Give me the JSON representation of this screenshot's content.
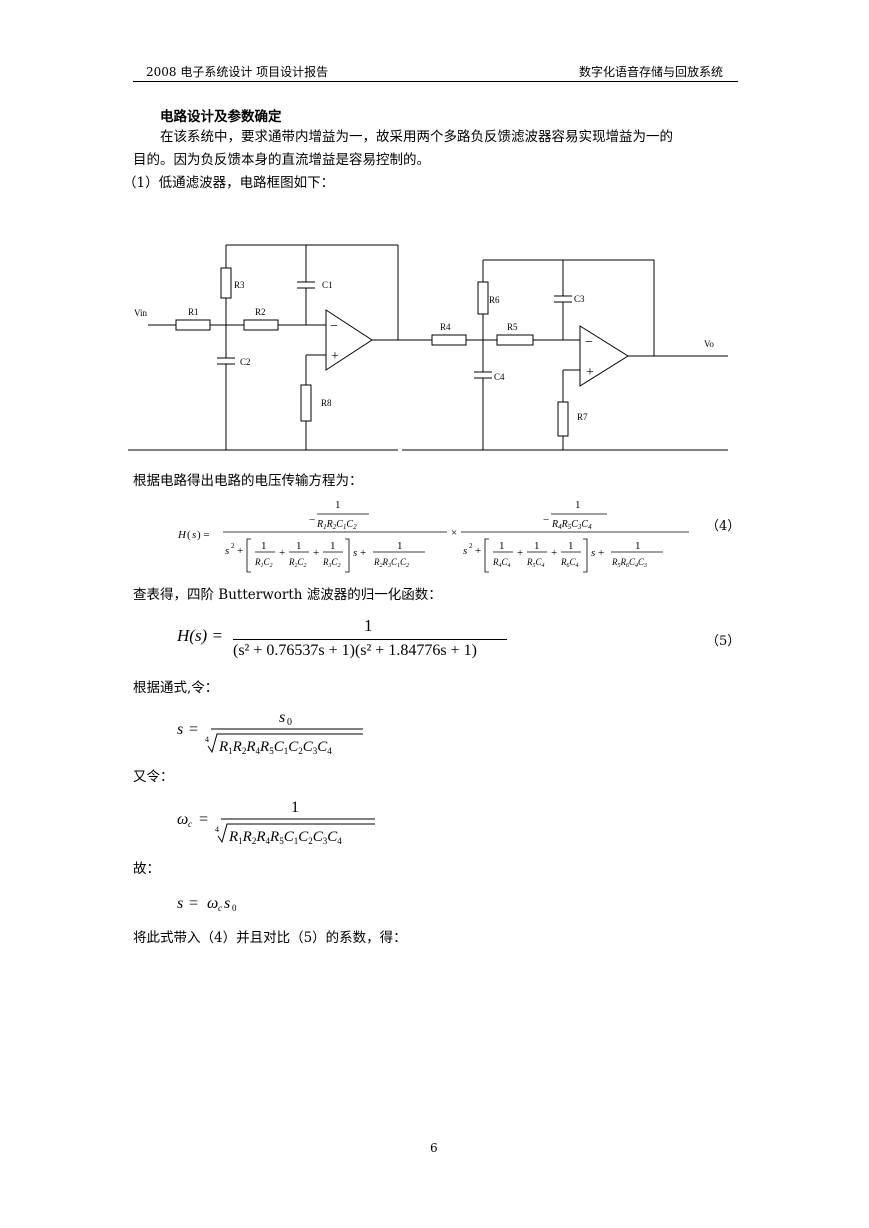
{
  "header": {
    "left": "2008 电子系统设计  项目设计报告",
    "right": "数字化语音存储与回放系统"
  },
  "section_title": "电路设计及参数确定",
  "paragraph_line1": "在该系统中，要求通带内增益为一，故采用两个多路负反馈滤波器容易实现增益为一的",
  "paragraph_line2": "目的。因为负反馈本身的直流增益是容易控制的。",
  "item1": "（1）低通滤波器，电路框图如下：",
  "circuit": {
    "labels": [
      "Vin",
      "R1",
      "R2",
      "R3",
      "C1",
      "C2",
      "R8",
      "R4",
      "R5",
      "R6",
      "C3",
      "C4",
      "R7",
      "Vo"
    ],
    "op_amp_signs": [
      "−",
      "+"
    ]
  },
  "text_transfer": "根据电路得出电路的电压传输方程为：",
  "eq4_number": "（4）",
  "text_table": "查表得，四阶 Butterworth 滤波器的归一化函数：",
  "eq5": {
    "lhs": "H(s) =",
    "numerator": "1",
    "denominator": "(s² + 0.76537s  + 1)(s² + 1.84776s + 1)",
    "number": "（5）"
  },
  "text_general": "根据通式,令：",
  "text_also": "又令：",
  "text_therefore": "故：",
  "text_final": "将此式带入（4）并且对比（5）的系数，得：",
  "page_number": "6"
}
